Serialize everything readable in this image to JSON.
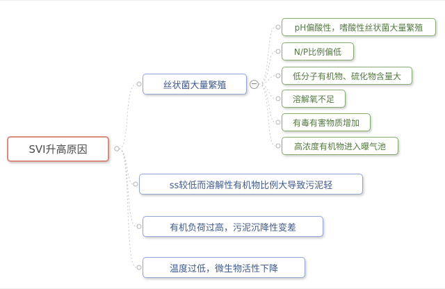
{
  "root": {
    "label": "SVI升高原因"
  },
  "branches": [
    {
      "label": "丝状菌大量繁殖"
    },
    {
      "label": "ss较低而溶解性有机物比例大导致污泥轻"
    },
    {
      "label": "有机负荷过高，污泥沉降性变差"
    },
    {
      "label": "温度过低，微生物活性下降"
    }
  ],
  "leaves": [
    {
      "label": "pH偏酸性，嗜酸性丝状菌大量繁殖"
    },
    {
      "label": "N/P比例偏低"
    },
    {
      "label": "低分子有机物、硫化物含量大"
    },
    {
      "label": "溶解氧不足"
    },
    {
      "label": "有毒有害物质增加"
    },
    {
      "label": "高浓度有机物进入曝气池"
    }
  ],
  "toggle": {
    "collapse_label": "−"
  },
  "colors": {
    "root-border": "#db8a7e",
    "branch-border": "#93a6d6",
    "branch-text": "#3f5a8f",
    "leaf-border": "#87ac71",
    "leaf-text": "#53783f",
    "line-color": "#c8c8c8"
  }
}
